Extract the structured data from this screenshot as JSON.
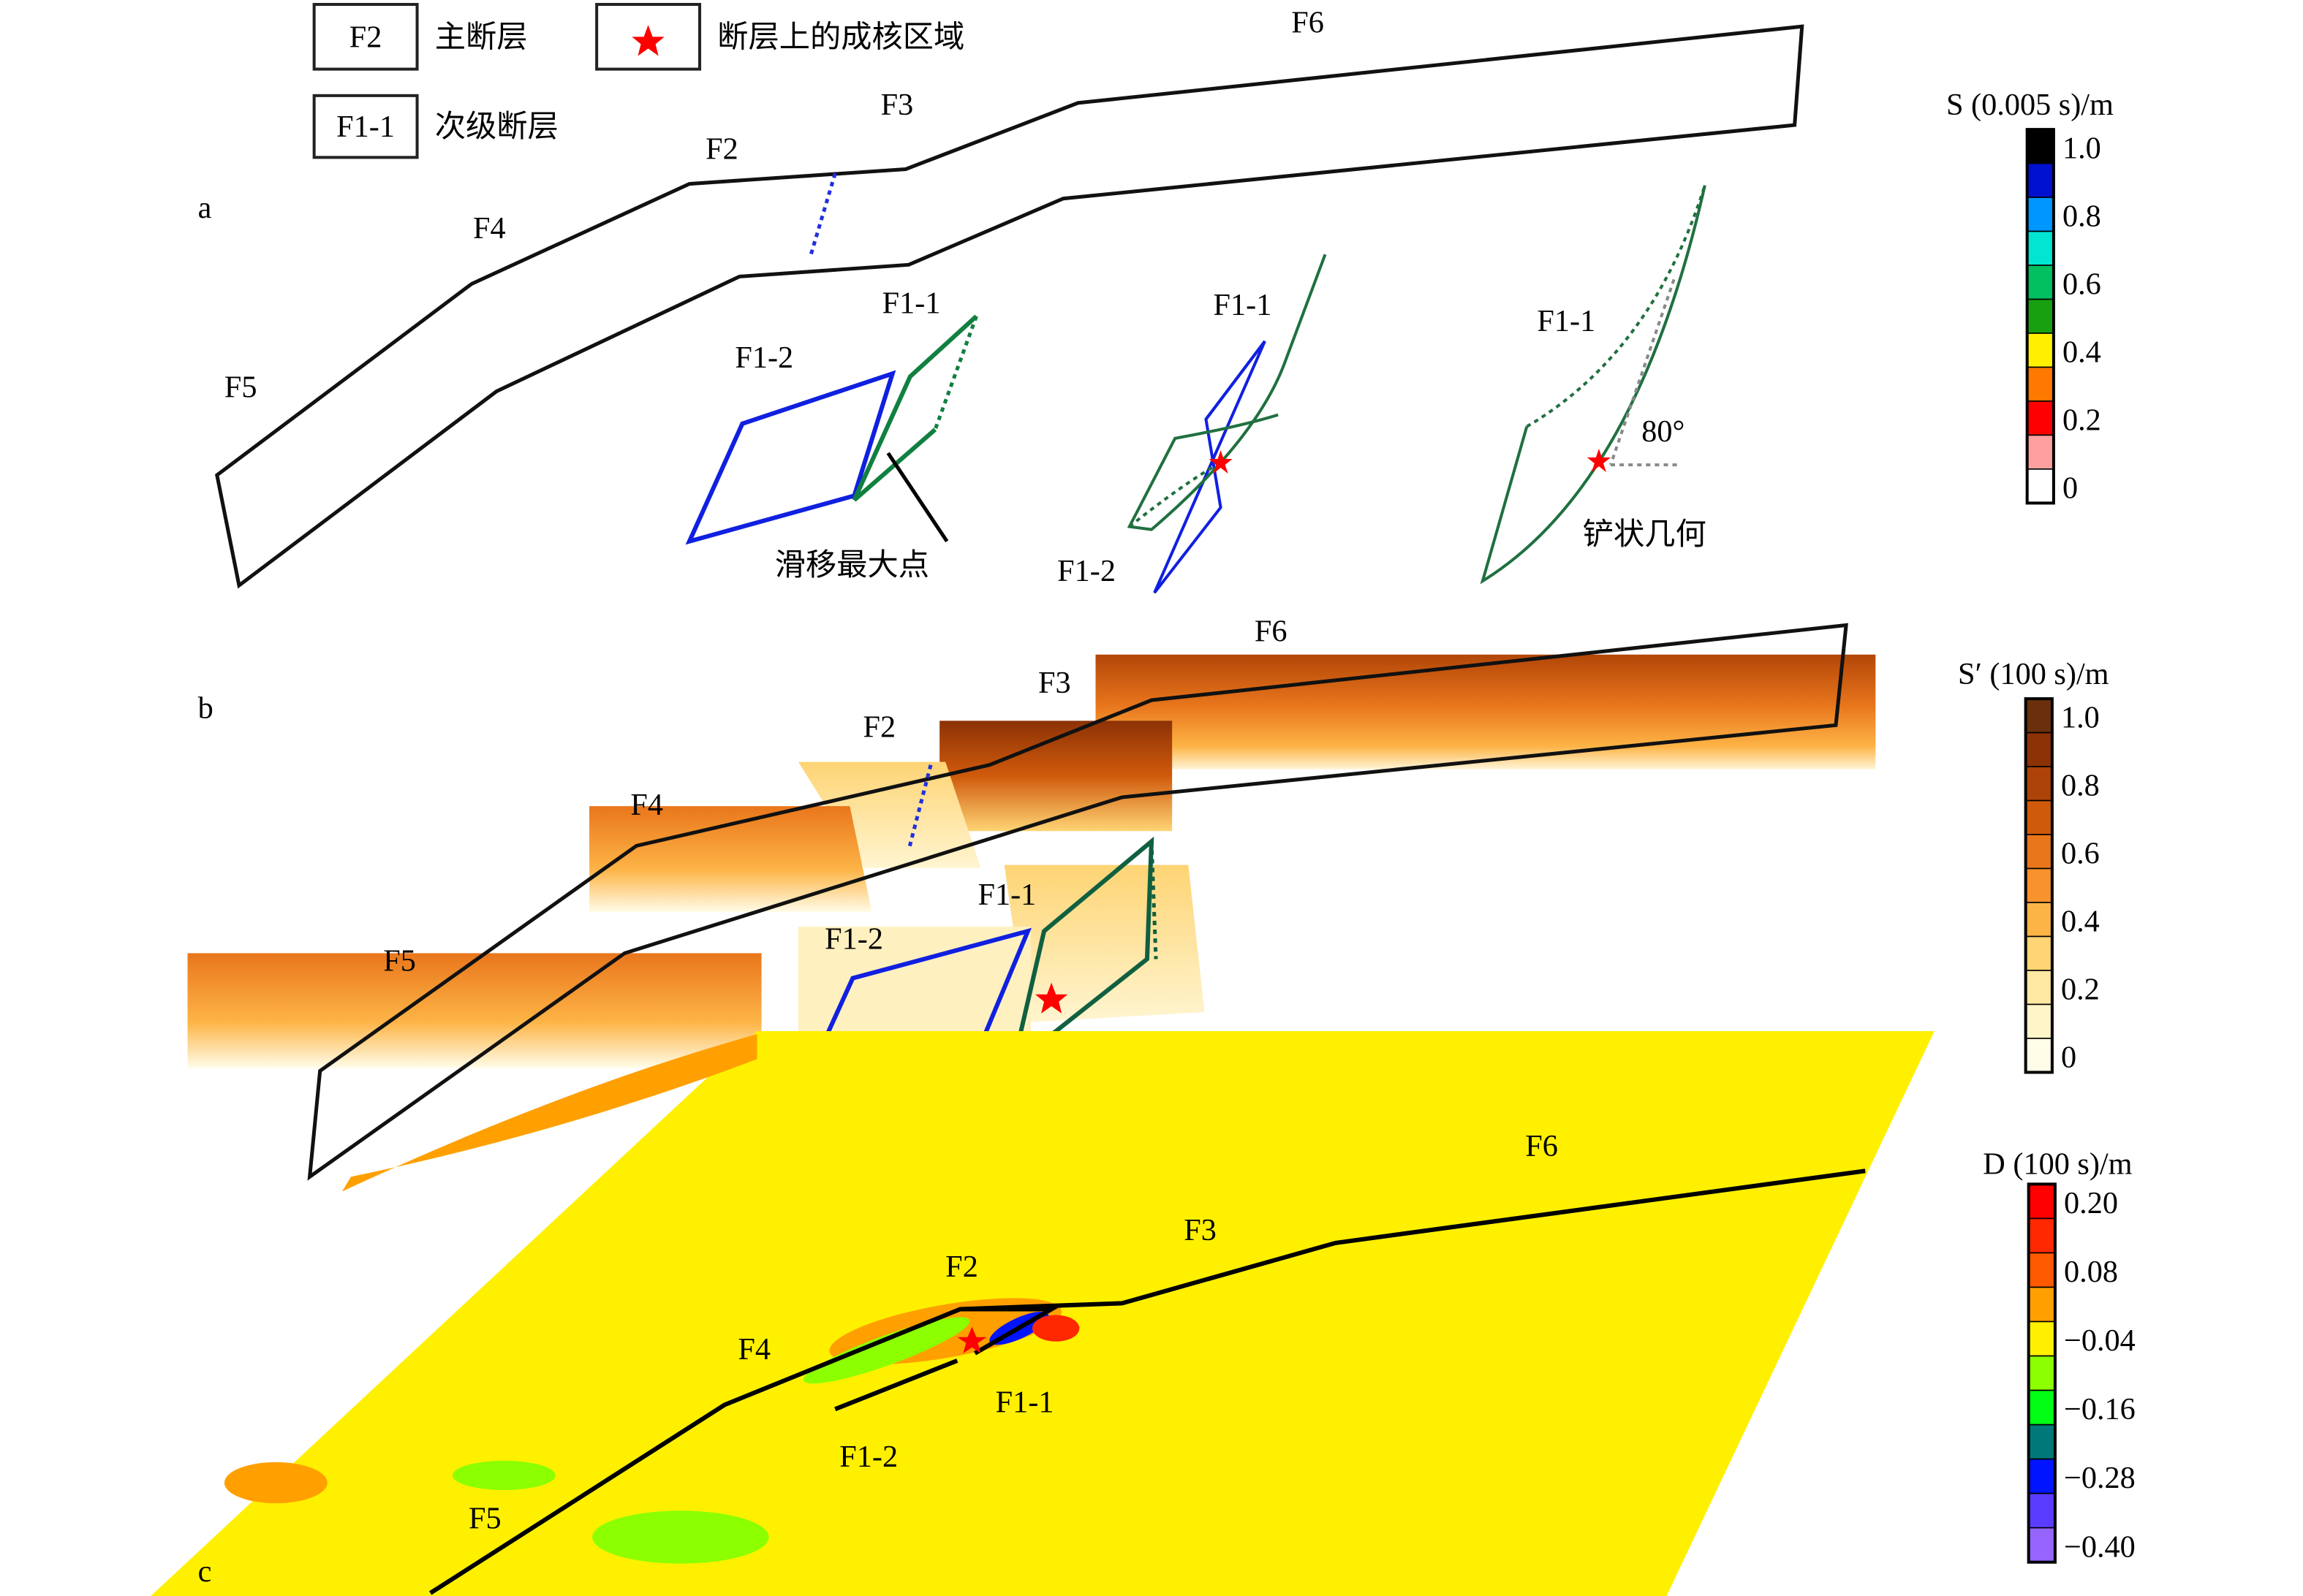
{
  "legend": {
    "main_fault_box": "F2",
    "main_fault_label": "主断层",
    "secondary_fault_box": "F1-1",
    "secondary_fault_label": "次级断层",
    "nucleation_label": "断层上的成核区域"
  },
  "panel_a": {
    "letter": "a",
    "faults": [
      "F6",
      "F3",
      "F2",
      "F4",
      "F5"
    ],
    "sub": {
      "left_f11": "F1-1",
      "left_f12": "F1-2",
      "max_slip": "滑移最大点",
      "mid_f11": "F1-1",
      "mid_f12": "F1-2",
      "right_f11": "F1-1",
      "angle": "80°",
      "listric": "铲状几何"
    }
  },
  "panel_b": {
    "letter": "b",
    "faults": {
      "f6": "F6",
      "f3": "F3",
      "f2": "F2",
      "f4": "F4",
      "f5": "F5",
      "f11": "F1-1",
      "f12": "F1-2"
    }
  },
  "panel_c": {
    "letter": "c",
    "faults": {
      "f6": "F6",
      "f3": "F3",
      "f2": "F2",
      "f4": "F4",
      "f5": "F5",
      "f11": "F1-1",
      "f12": "F1-2"
    }
  },
  "colorbars": [
    {
      "title": "S (0.005 s)/m",
      "ticks": [
        "1.0",
        "0.8",
        "0.6",
        "0.4",
        "0.2",
        "0"
      ],
      "colors": [
        "#000000",
        "#0010d0",
        "#0096ff",
        "#00e6d2",
        "#00c060",
        "#18a010",
        "#fff000",
        "#ff7800",
        "#ff0000",
        "#ffa0a0",
        "#ffffff"
      ]
    },
    {
      "title": "S′ (100 s)/m",
      "ticks": [
        "1.0",
        "0.8",
        "0.6",
        "0.4",
        "0.2",
        "0"
      ],
      "colors": [
        "#6a300c",
        "#8c3206",
        "#ad4308",
        "#d05a0c",
        "#ea761c",
        "#f8922c",
        "#fdb446",
        "#fed474",
        "#ffe8a2",
        "#fff5c8",
        "#fffce8"
      ]
    },
    {
      "title": "D (100 s)/m",
      "ticks": [
        "0.20",
        "0.08",
        "−0.04",
        "−0.16",
        "−0.28",
        "−0.40"
      ],
      "colors": [
        "#ff0000",
        "#ff2800",
        "#ff5a00",
        "#ffa000",
        "#fff000",
        "#8cff00",
        "#00ff14",
        "#00787a",
        "#0014ff",
        "#5a3cff",
        "#9664ff"
      ]
    }
  ]
}
